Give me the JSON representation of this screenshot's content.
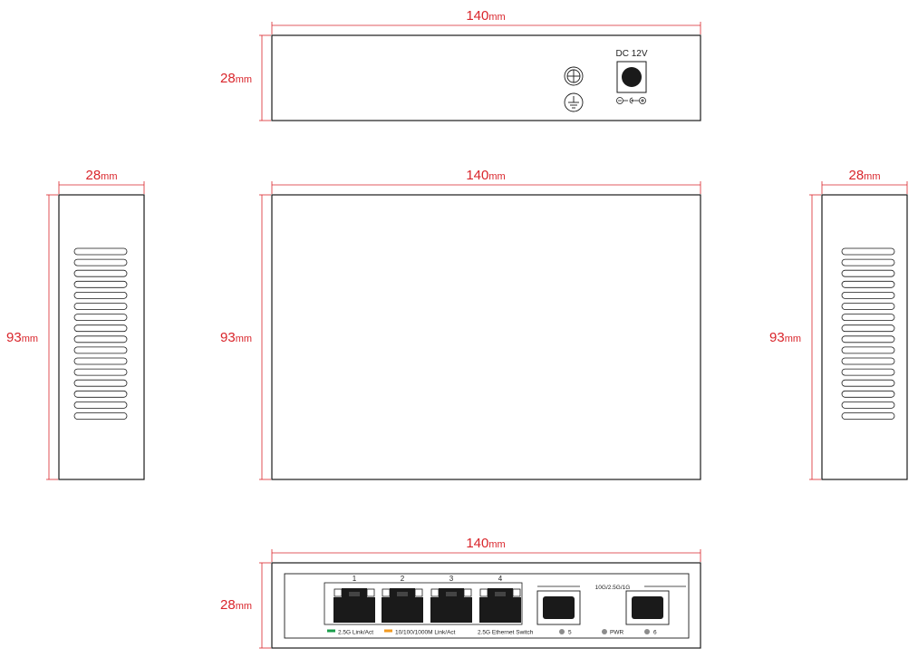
{
  "dimensions": {
    "width_value": "140",
    "height_value": "28",
    "depth_value": "93",
    "unit": "mm"
  },
  "rear_panel": {
    "power_label": "DC 12V"
  },
  "front_panel": {
    "ports": [
      {
        "label": "1"
      },
      {
        "label": "2"
      },
      {
        "label": "3"
      },
      {
        "label": "4"
      }
    ],
    "sfp_group_label": "10G/2.5G/1G",
    "sfp_ports": [
      {
        "label": "5"
      },
      {
        "label": "6"
      }
    ],
    "pwr_label": "PWR",
    "legend": [
      {
        "label": "2.5G Link/Act",
        "color": "#1a9e4b"
      },
      {
        "label": "10/100/1000M Link/Act",
        "color": "#f29a1f"
      }
    ],
    "model_label": "2.5G Ethernet Switch"
  },
  "colors": {
    "dimension": "#d9252b",
    "outline": "#1a1a1a",
    "led_off": "#8c8c8c"
  }
}
